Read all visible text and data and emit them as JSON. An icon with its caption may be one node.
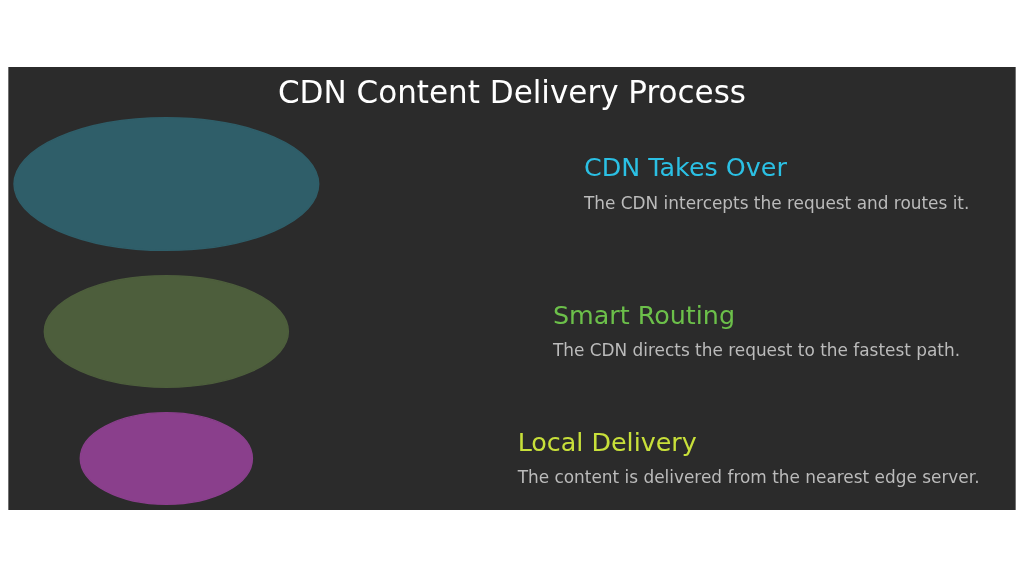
{
  "diagram": {
    "title": "CDN Content Delivery Process",
    "nodes": [
      {
        "text": [],
        "shape": "ellipse",
        "beside": [
          "CDN Takes Over",
          "The CDN intercepts the request and routes it."
        ]
      },
      {
        "text": [],
        "shape": "ellipse",
        "beside": [
          "Smart Routing",
          "The CDN directs the request to the fastest path."
        ]
      },
      {
        "text": [],
        "shape": "ellipse",
        "beside": [
          "Local Delivery",
          "The content is delivered from the nearest edge server."
        ]
      }
    ]
  }
}
